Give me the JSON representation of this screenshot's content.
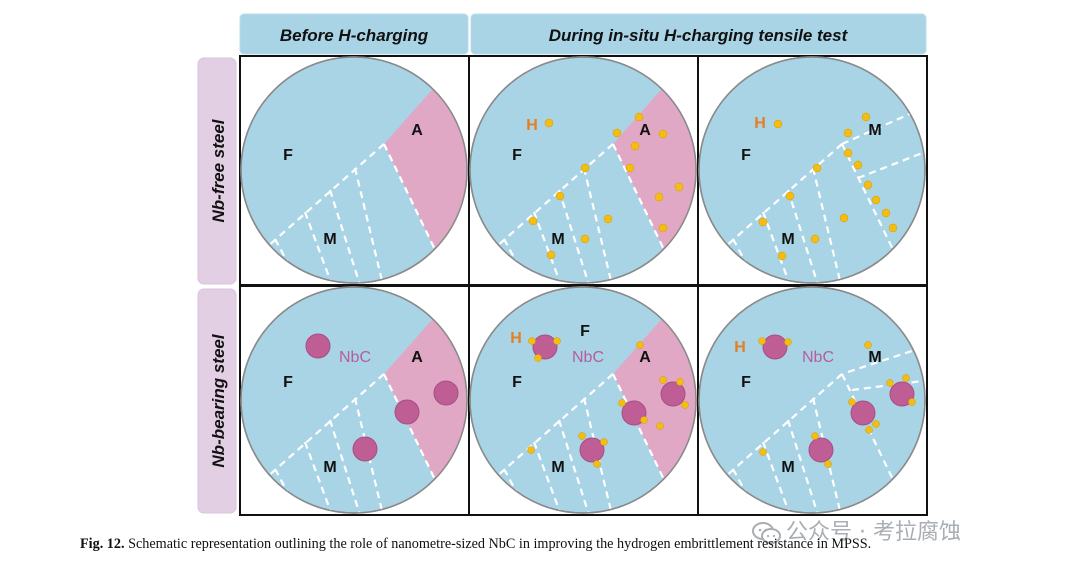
{
  "headers": {
    "col_before": "Before H-charging",
    "col_during": "During in-situ H-charging tensile test",
    "row_nb_free": "Nb-free steel",
    "row_nb_bearing": "Nb-bearing steel"
  },
  "labels": {
    "ferrite": "F",
    "austenite": "A",
    "martensite": "M",
    "hydrogen": "H",
    "nbc": "NbC"
  },
  "caption": {
    "label": "Fig. 12.",
    "text": "Schematic representation outlining the role of nanometre-sized NbC in improving the hydrogen embrittlement resistance in MPSS."
  },
  "watermark": {
    "icon": "wechat-icon",
    "text": "公众号 · 考拉腐蚀"
  },
  "colors": {
    "ferrite": "#a9d4e6",
    "austenite": "#e0a8c4",
    "hydrogen": "#f3bd12",
    "nbc": "#be5e94",
    "h_label": "#e67e22",
    "nbc_label": "#b45ea0"
  }
}
